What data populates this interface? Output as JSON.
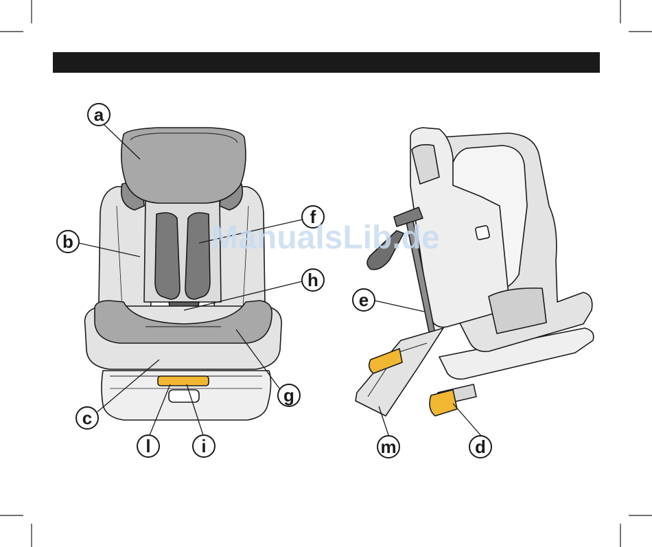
{
  "page": {
    "header_bar_color": "#1a1a1a",
    "watermark_text": "ManualsLib.de",
    "watermark_color": "#c9dcf2"
  },
  "colors": {
    "line": "#1a1a1a",
    "shell_light": "#e3e3e3",
    "shell_mid": "#cfcfcf",
    "pad_gray": "#a8a8a8",
    "strap_dark": "#7a7a7a",
    "isofix_yellow": "#f1b733",
    "isofix_orange": "#e08a1e"
  },
  "callouts": [
    {
      "id": "a",
      "label": "a",
      "target": "headrest"
    },
    {
      "id": "b",
      "label": "b",
      "target": "backrest-side-wing"
    },
    {
      "id": "c",
      "label": "c",
      "target": "seat-base-shell"
    },
    {
      "id": "d",
      "label": "d",
      "target": "isofix-connector"
    },
    {
      "id": "e",
      "label": "e",
      "target": "top-tether-strap"
    },
    {
      "id": "f",
      "label": "f",
      "target": "shoulder-strap"
    },
    {
      "id": "g",
      "label": "g",
      "target": "seat-cushion"
    },
    {
      "id": "h",
      "label": "h",
      "target": "harness-buckle"
    },
    {
      "id": "i",
      "label": "i",
      "target": "recline-handle"
    },
    {
      "id": "l",
      "label": "l",
      "target": "rotation-lever"
    },
    {
      "id": "m",
      "label": "m",
      "target": "support-leg-plate"
    }
  ]
}
